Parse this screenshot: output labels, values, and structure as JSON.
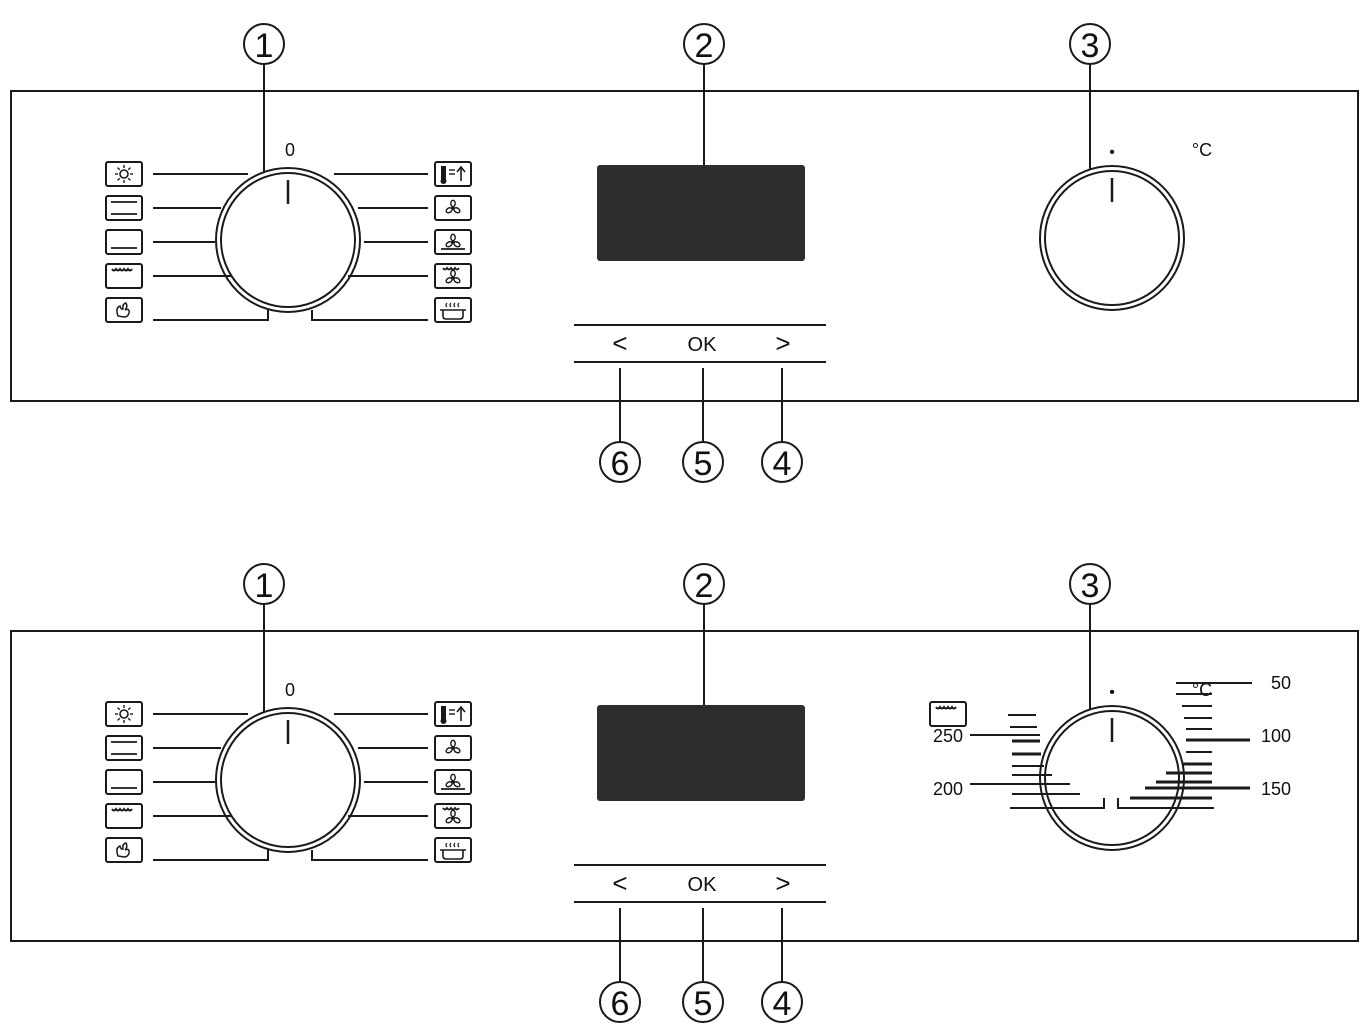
{
  "diagram": {
    "colors": {
      "ink": "#1a1a1a",
      "display": "#2d2d2d",
      "background": "#ffffff"
    },
    "callouts": {
      "c1": "1",
      "c2": "2",
      "c3": "3",
      "c4": "4",
      "c5": "5",
      "c6": "6"
    },
    "panels": [
      {
        "id": "panel-top",
        "function_knob": {
          "zero_label": "0"
        },
        "left_icons": [
          "light-icon",
          "top-bottom-heat-icon",
          "bottom-heat-icon",
          "grill-icon",
          "defrost-icon"
        ],
        "right_icons": [
          "rapid-heat-icon",
          "fan-icon",
          "fan-bottom-heat-icon",
          "fan-grill-icon",
          "keep-warm-icon"
        ],
        "nav": {
          "prev": "<",
          "ok": "OK",
          "next": ">"
        },
        "temp_knob": {
          "dot": "•",
          "unit": "°C",
          "scale": null
        }
      },
      {
        "id": "panel-bottom",
        "function_knob": {
          "zero_label": "0"
        },
        "left_icons": [
          "light-icon",
          "top-bottom-heat-icon",
          "bottom-heat-icon",
          "grill-icon",
          "defrost-icon"
        ],
        "right_icons": [
          "rapid-heat-icon",
          "fan-icon",
          "fan-bottom-heat-icon",
          "fan-grill-icon",
          "keep-warm-icon"
        ],
        "nav": {
          "prev": "<",
          "ok": "OK",
          "next": ">"
        },
        "temp_knob": {
          "dot": "•",
          "unit": "°C",
          "scale": {
            "l50": "50",
            "l100": "100",
            "l150": "150",
            "l200": "200",
            "l250": "250",
            "grill_icon": "grill-icon"
          }
        }
      }
    ]
  }
}
